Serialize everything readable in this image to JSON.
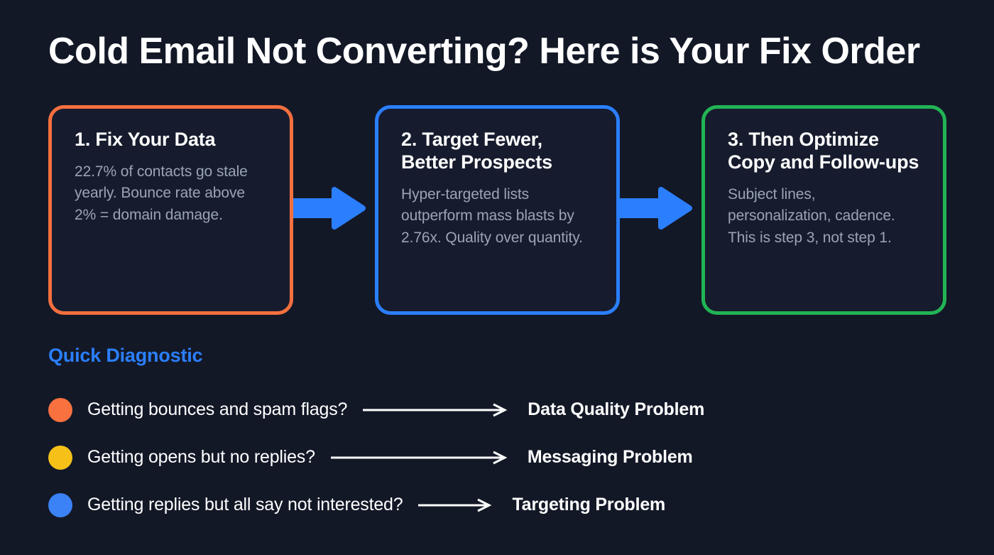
{
  "title": "Cold Email Not Converting? Here is Your Fix Order",
  "colors": {
    "background": "#131827",
    "card_background": "#161c2d",
    "step1_border": "#f4703f",
    "step2_border": "#2b7fff",
    "step3_border": "#22b455",
    "arrow": "#2b7fff",
    "heading_accent": "#2b7fff",
    "body_text": "#9aa4b6",
    "dot_orange": "#f9713f",
    "dot_yellow": "#f5c119",
    "dot_blue": "#3b82f6"
  },
  "steps": [
    {
      "title": "1. Fix Your Data",
      "body": "22.7% of contacts go stale yearly. Bounce rate above 2% = domain damage."
    },
    {
      "title": "2. Target Fewer, Better Prospects",
      "body": "Hyper-targeted lists outperform mass blasts by 2.76x. Quality over quantity."
    },
    {
      "title": "3. Then Optimize Copy and Follow-ups",
      "body": "Subject lines, personalization, cadence. This is step 3, not step 1."
    }
  ],
  "diagnostic": {
    "heading": "Quick Diagnostic",
    "rows": [
      {
        "dot_color": "#f9713f",
        "question": "Getting bounces and spam flags?",
        "result": "Data Quality Problem"
      },
      {
        "dot_color": "#f5c119",
        "question": "Getting opens but no replies?",
        "result": "Messaging Problem"
      },
      {
        "dot_color": "#3b82f6",
        "question": "Getting replies but all say not interested?",
        "result": "Targeting Problem"
      }
    ]
  }
}
